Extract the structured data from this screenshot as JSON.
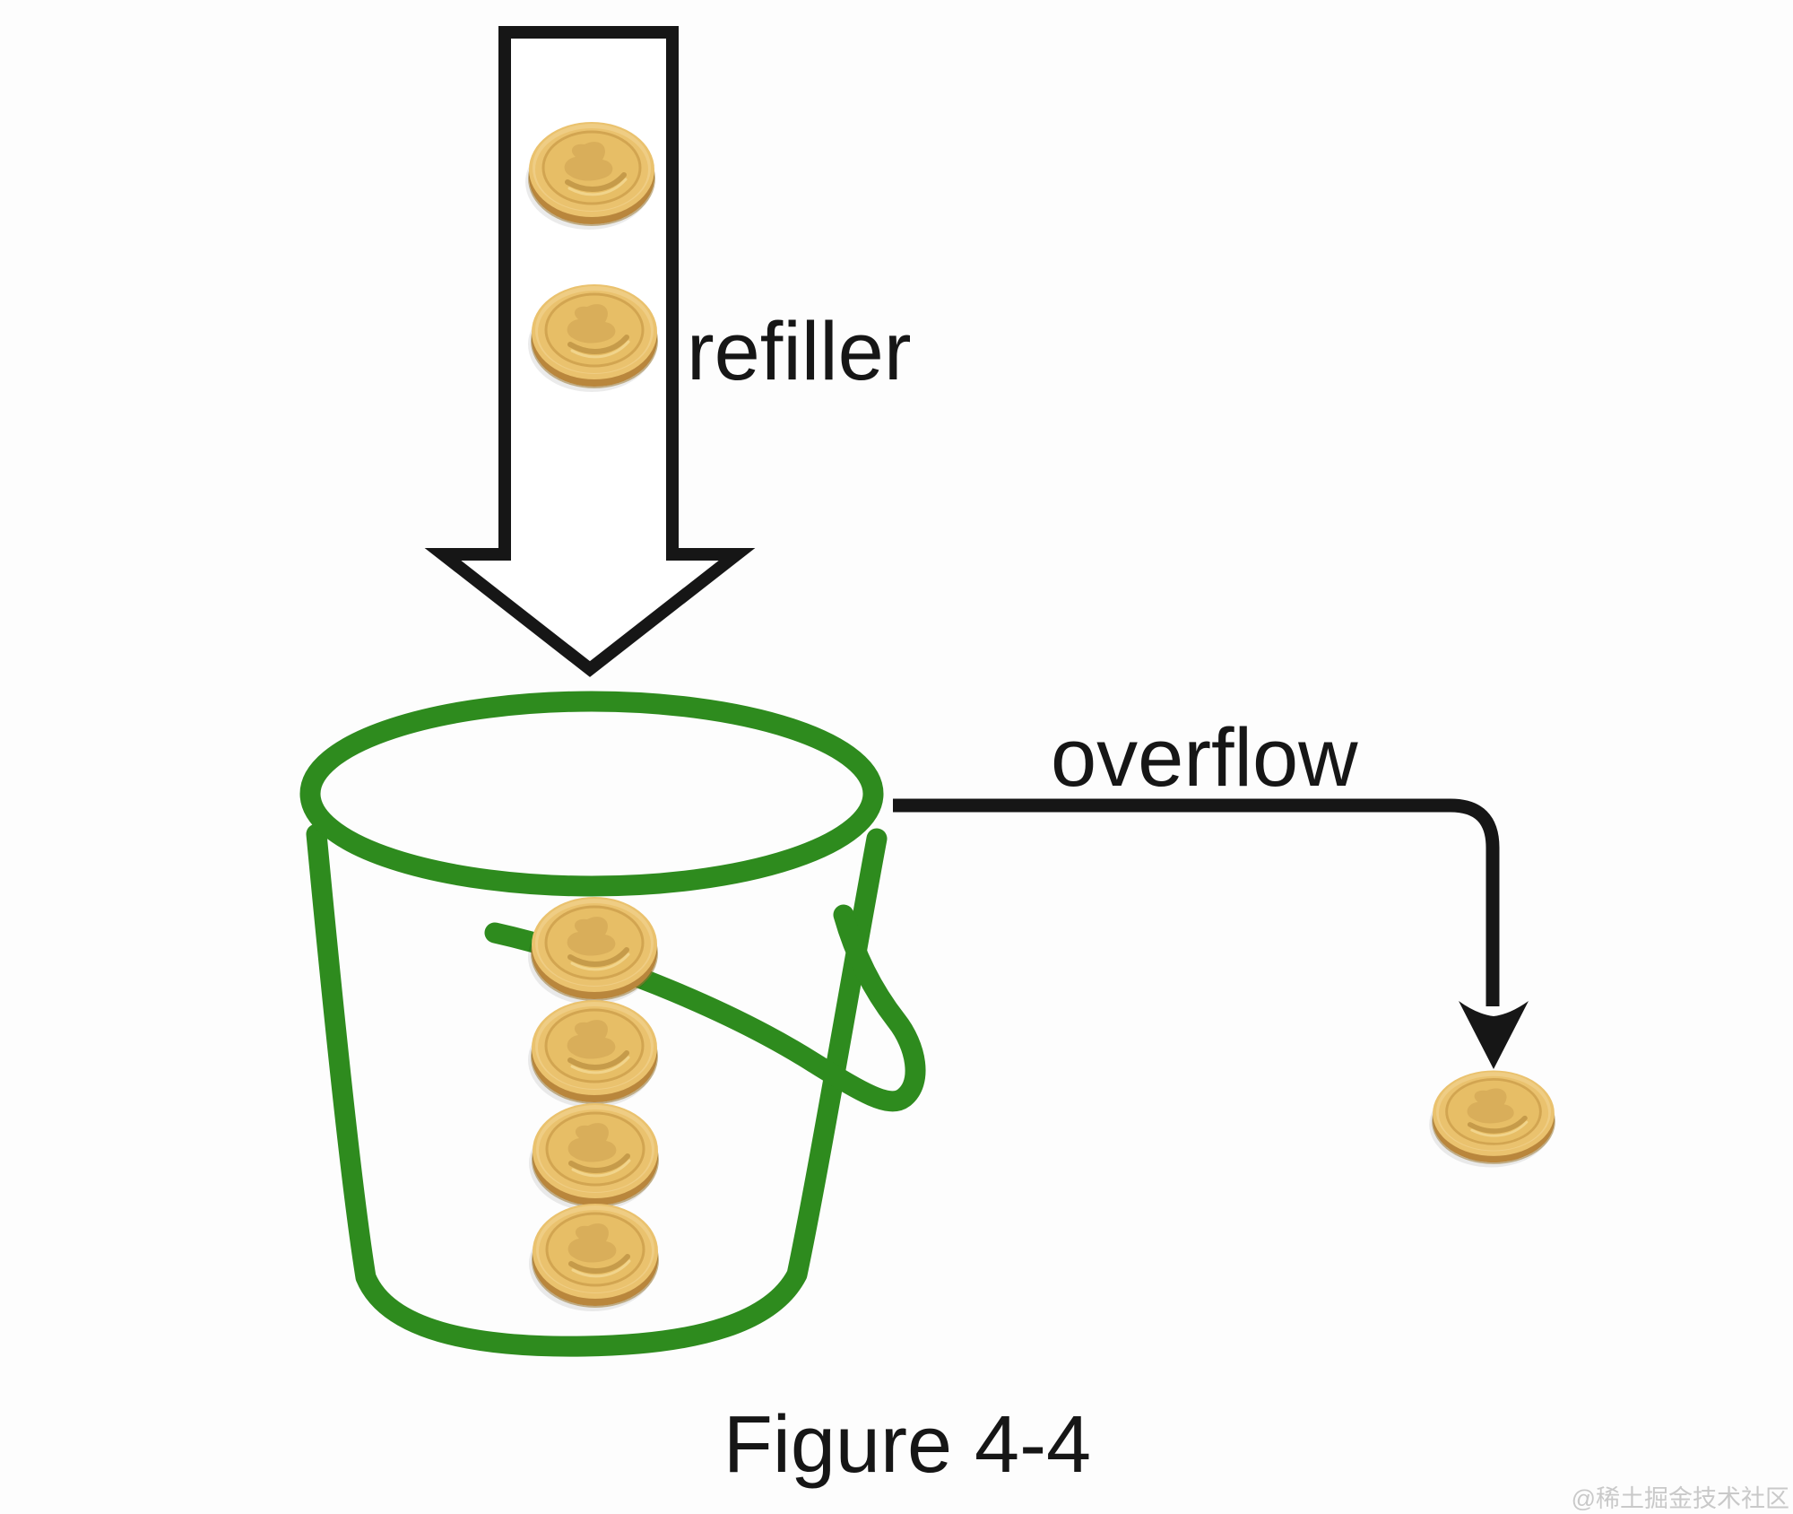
{
  "diagram": {
    "type": "token-bucket-rate-limiting-figure",
    "labels": {
      "refiller": "refiller",
      "overflow": "overflow"
    },
    "caption": "Figure 4-4",
    "watermark": "@稀土掘金技术社区",
    "tokens": {
      "incoming_count": 2,
      "in_bucket_count": 4,
      "overflowed_count": 1
    },
    "colors": {
      "outline": "#161616",
      "bucket_green": "#2E8B1E",
      "coin_face": "#EAC26E",
      "coin_edge": "#B9863C",
      "coin_emblem": "#D9AE5A",
      "text": "#161616",
      "watermark": "#C9C9C9",
      "background": "#FDFDFD",
      "arrow_fill": "#FFFFFF"
    }
  }
}
